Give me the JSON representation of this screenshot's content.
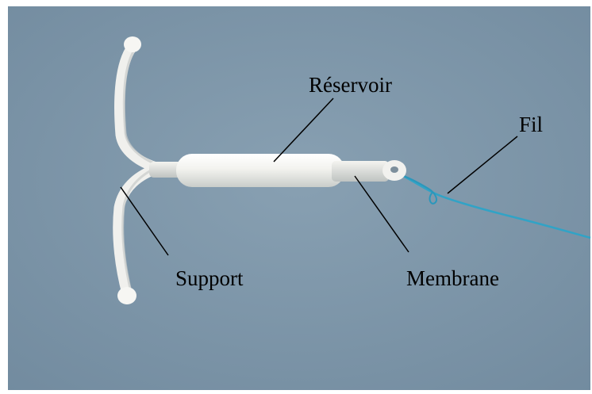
{
  "labels": {
    "reservoir": "Réservoir",
    "fil": "Fil",
    "support": "Support",
    "membrane": "Membrane"
  },
  "colors": {
    "background": "#7f97a9",
    "device": "#f1f1ee",
    "thread": "#31a3c6",
    "label_text": "#000000"
  }
}
